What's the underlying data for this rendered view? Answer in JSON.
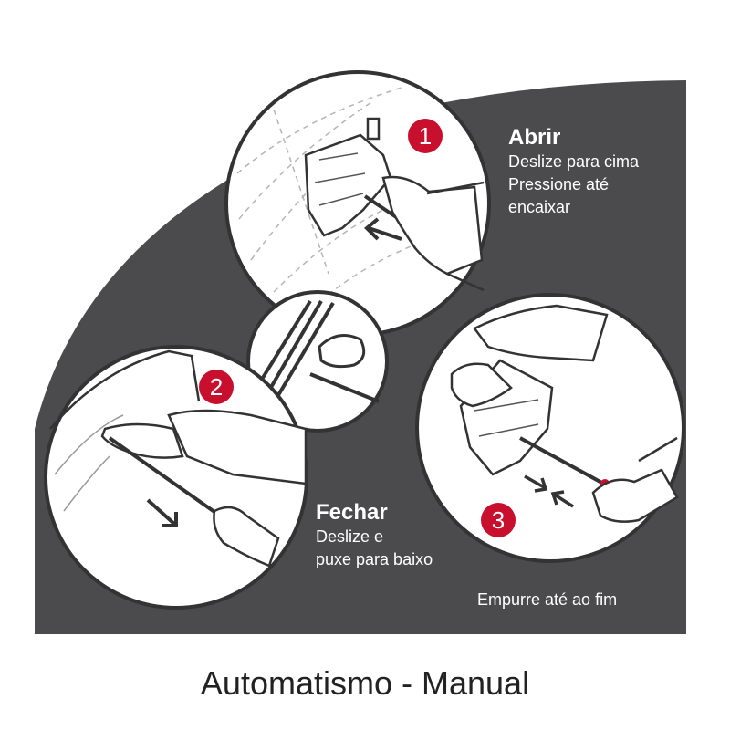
{
  "colors": {
    "panel": "#4b4a4d",
    "accent": "#c8102e",
    "circle_fill": "#ffffff",
    "line_art": "#333333",
    "text_on_dark": "#ffffff",
    "caption": "#222222"
  },
  "steps": [
    {
      "number": "1",
      "title": "Abrir",
      "lines": [
        "Deslize para cima",
        "Pressione até",
        "encaixar"
      ]
    },
    {
      "number": "2",
      "title": "Fechar",
      "lines": [
        "Deslize e",
        "puxe para baixo"
      ]
    },
    {
      "number": "3",
      "title": "",
      "lines": [
        "Empurre até ao fim"
      ]
    }
  ],
  "caption": "Automatismo - Manual"
}
